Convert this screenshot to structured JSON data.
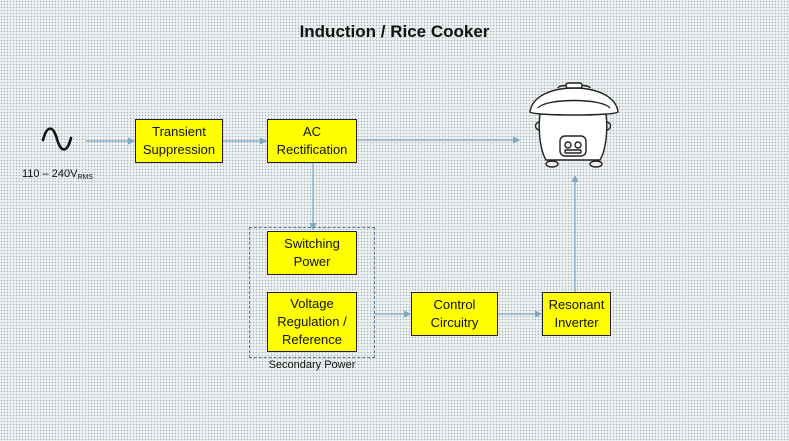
{
  "title": "Induction / Rice Cooker",
  "input": {
    "label_main": "110 – 240V",
    "label_sub": "RMS",
    "icon": "ac-sine-wave-icon"
  },
  "blocks": {
    "transient": "Transient\nSuppression",
    "ac_rect": "AC\nRectification",
    "switching": "Switching\nPower",
    "voltage_reg": "Voltage\nRegulation /\nReference",
    "control": "Control\nCircuitry",
    "resonant": "Resonant\nInverter"
  },
  "group_caption": "Secondary Power",
  "output": {
    "icon": "rice-cooker-icon"
  },
  "colors": {
    "block_fill": "#ffff00",
    "arrow": "#7fa7c4",
    "group_border": "#5b7c95"
  }
}
